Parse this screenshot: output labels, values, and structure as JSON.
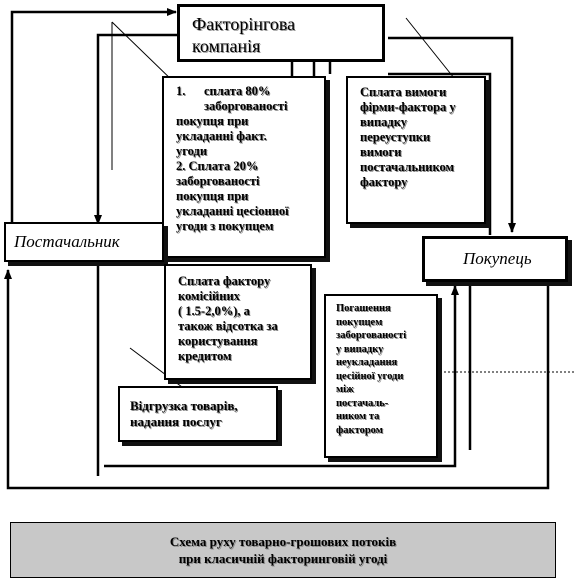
{
  "factoring_company": {
    "line1": "Факторінгова",
    "line2": "компанія"
  },
  "supplier": "Постачальник",
  "buyer": "Покупець",
  "payment_box": {
    "num1": "1.",
    "item1_first": "сплата 80%",
    "item1_rest": [
      "заборгованості",
      "покупця при",
      "укладанні факт.",
      "угоди"
    ],
    "item2": [
      "2. Сплата 20%",
      "заборгованості",
      "покупця при",
      "укладанні цесіонної",
      "угоди з покупцем"
    ]
  },
  "claim_box": [
    "Сплата вимоги",
    "фірми-фактора у",
    "випадку",
    "переуступки",
    "вимоги",
    "постачальником",
    "фактору"
  ],
  "commission_box": [
    "Сплата фактору",
    "комісійних",
    "( 1.5-2,0%), а",
    "також відсотка за",
    "користування",
    "кредитом"
  ],
  "repayment_box": [
    "Погашення",
    "покупцем",
    "заборгованості",
    "у випадку",
    "неукладання",
    "цесійної угоди",
    "між",
    "постачаль-",
    "ником та",
    "фактором"
  ],
  "shipment_box": [
    "Відгрузка товарів,",
    "надання послуг"
  ],
  "caption": [
    "Схема руху товарно-грошових потоків",
    "при класичній факторинговій угоді"
  ],
  "colors": {
    "caption_bg": "#c8c8c8",
    "border": "#000000"
  }
}
